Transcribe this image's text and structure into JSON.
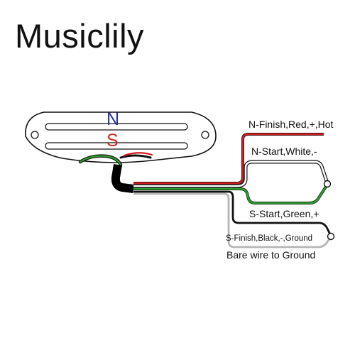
{
  "brand": {
    "name": "Musiclily"
  },
  "pickup": {
    "north_letter": "N",
    "south_letter": "S"
  },
  "wires": [
    {
      "label": "N-Finish,Red,+,Hot",
      "color": "#d41c1c"
    },
    {
      "label": "N-Start,White,-",
      "color": "#ffffff"
    },
    {
      "label": "S-Start,Green,+",
      "color": "#2ea02e"
    },
    {
      "label": "S-Finish,Black,-,Ground",
      "color": "#111111"
    },
    {
      "label": "Bare wire to Ground",
      "color": "#b5b5b5"
    }
  ],
  "colors": {
    "north": "#27338f",
    "south": "#d42a1e",
    "jacket": "#000000"
  }
}
